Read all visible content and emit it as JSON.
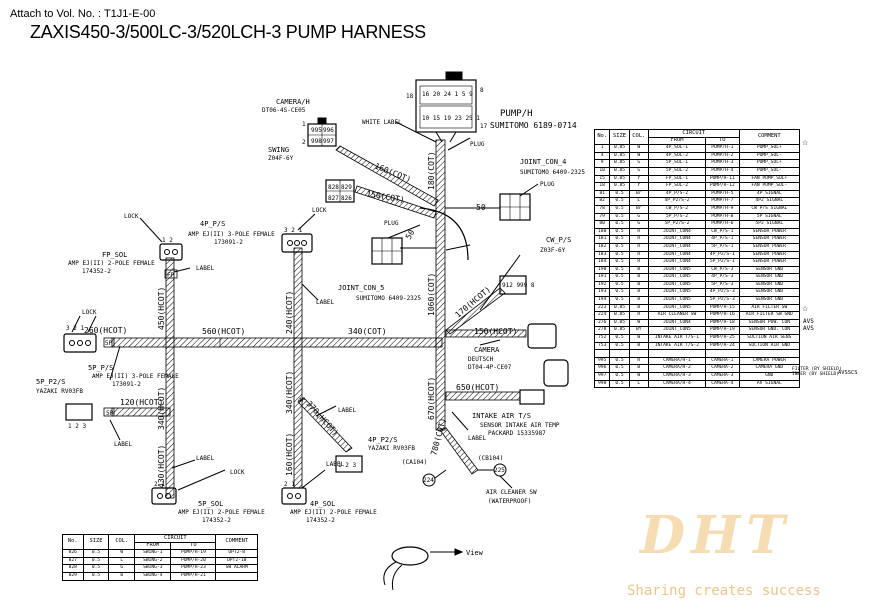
{
  "header": {
    "attach": "Attach to Vol. No. : T1J1-E-00",
    "title": "ZAXIS450-3/500LC-3/520LCH-3 PUMP HARNESS"
  },
  "connectors": {
    "pump_h": "PUMP/H",
    "pump_h_part": "SUMITOMO 6189-0714",
    "pump_pins_top": [
      "16",
      "20",
      "24",
      "1",
      "5",
      "9"
    ],
    "pump_pins_bot": [
      "10",
      "15",
      "19",
      "23",
      "25",
      "1"
    ],
    "pump_num_left": "18",
    "pump_num_right_top": "8",
    "pump_num_right_bot": "17",
    "camera_h": "CAMERA/H",
    "camera_part": "DT06-4S-CE05",
    "camera_pins": [
      "1",
      "995",
      "996",
      "998",
      "997",
      "2"
    ],
    "swing": "SWING",
    "swing_part": "Z04F-6Y",
    "swing_pins": [
      "828",
      "829",
      "827",
      "826"
    ],
    "white_label": "WHITE LABEL",
    "plug": "PLUG",
    "joint_con_4": "JOINT_CON_4",
    "joint_con_4_part": "SUMITOMO 6409-2325",
    "joint_con_5": "JOINT_CON_5",
    "joint_con_5_part": "SUMITOMO 6409-2325",
    "cw_p_s": "CW_P/S",
    "cw_part": "Z03F-6Y",
    "cw_pins": "912 999 8",
    "fp_sol": "FP_SOL",
    "amp_ej2_pole": "AMP EJ(II) 2-POLE FEMALE",
    "amp_174352": "174352-2",
    "p4_ps": "4P_P/S",
    "amp_ej2_3pole": "AMP EJ(II) 3-POLE FEMALE",
    "amp_173091": "173091-2",
    "p5_ps": "5P_P/S",
    "p5_ps_part": "AMP EJ(II) 3-POLE FEMALE",
    "p5_ps_part2": "173091-2",
    "p5_p2s": "5P_P2/S",
    "yazaki_rv03fb": "YAZAKI RV03FB",
    "p4_p2s": "4P_P2/S",
    "yazaki_rv03fb2": "YAZAKI RV03FB",
    "p5_sol": "5P_SOL",
    "p4_sol": "4P_SOL",
    "camera": "CAMERA",
    "deutsch": "DEUTSCH",
    "deutsch_part": "DT04-4P-CE07",
    "intake": "INTAKE AIR T/S",
    "intake_desc": "SENSOR INTAKE AIR TEMP",
    "intake_part": "PACKARD 15335987",
    "air_cleaner": "AIR CLEANER SW",
    "waterproof": "(WATERPROOF)",
    "ca104": "(CA104)",
    "cb104": "(CB104)",
    "n224": "224",
    "n225": "225",
    "lock": "LOCK",
    "label": "LABEL",
    "view": "View",
    "pin_1_2": "1 2",
    "pin_3_2_1": "3 2 1",
    "pin_1_2_3": "1 2 3",
    "pin_2_1": "2 1",
    "pin_fp": "FP",
    "pin_5p": "5P",
    "pin_4p": "4P"
  },
  "segments": {
    "s160_cot": "160(COT)",
    "s150_cot": "150(COT)",
    "s180_cot": "180(COT)",
    "s50": "50",
    "s50b": "50",
    "s1060": "1060(COT)",
    "s170": "170(HCOT)",
    "s150h": "150(HCOT)",
    "s260": "260(HCOT)",
    "s560": "560(HCOT)",
    "s340": "340(COT)",
    "s450": "450(HCOT)",
    "s240": "240(HCOT)",
    "s340v": "340(HCOT)",
    "s120": "120(HCOT)",
    "s370": "370(HCOT)",
    "s650": "650(HCOT)",
    "s670": "670(HCOT)",
    "s430": "430(HCOT)",
    "s160h": "160(HCOT)",
    "s780": "780(COT)"
  },
  "main_table": {
    "headers": {
      "no": "No.",
      "size": "SIZE",
      "col": "COL.",
      "circuit": "CIRCUIT",
      "from": "FROM",
      "to": "TO",
      "comment": "COMMENT"
    },
    "rows": [
      [
        "1",
        "0.85",
        "W",
        "4P_SOL-1",
        "PUMP/H-1",
        "PUMP_SOL+"
      ],
      [
        "4",
        "0.85",
        "W",
        "4P_SOL-2",
        "PUMP/H-2",
        "PUMP_SOL-"
      ],
      [
        "9",
        "0.85",
        "G",
        "5P_SOL-1",
        "PUMP/H-3",
        "PUMP_SOL+"
      ],
      [
        "10",
        "0.85",
        "G",
        "5P_SOL-2",
        "PUMP/H-4",
        "PUMP_SOL-"
      ],
      [
        "15",
        "0.85",
        "Y",
        "FP_SOL-1",
        "PUMP/H-11",
        "FAN PUMP_SOL+"
      ],
      [
        "18",
        "0.85",
        "Y",
        "FP_SOL-2",
        "PUMP/H-12",
        "FAN PUMP_SOL-"
      ],
      [
        "81",
        "0.5",
        "Br",
        "4P_P/S-2",
        "PUMP/H-5",
        "4P SIGNAL"
      ],
      [
        "82",
        "0.5",
        "L",
        "4P_P2/S-2",
        "PUMP/H-7",
        "4P2 SIGNAL"
      ],
      [
        "78",
        "0.5",
        "Br",
        "CW_P/S-2",
        "PUMP/H-9",
        "CW P/S SIGNAL"
      ],
      [
        "79",
        "0.5",
        "G",
        "5P_P/S-2",
        "PUMP/H-8",
        "5P SIGNAL"
      ],
      [
        "80",
        "0.5",
        "G",
        "5P_P2/S-2",
        "PUMP/H-6",
        "5P2 SIGNAL"
      ],
      [
        "180",
        "0.5",
        "R",
        "JOINT_CON4",
        "CW_P/S-1",
        "SENSOR POWER"
      ],
      [
        "181",
        "0.5",
        "R",
        "JOINT_CON4",
        "4P_P/S-1",
        "SENSOR POWER"
      ],
      [
        "182",
        "0.5",
        "R",
        "JOINT_CON4",
        "5P_P/S-1",
        "SENSOR POWER"
      ],
      [
        "183",
        "0.5",
        "R",
        "JOINT_CON4",
        "4P_P2/S-1",
        "SENSOR POWER"
      ],
      [
        "184",
        "0.5",
        "R",
        "JOINT_CON4",
        "5P_P2/S-1",
        "SENSOR POWER"
      ],
      [
        "190",
        "0.5",
        "B",
        "JOINT_CON5",
        "CW_P/S-3",
        "SENSOR GND"
      ],
      [
        "191",
        "0.5",
        "B",
        "JOINT_CON5",
        "4P_P/S-3",
        "SENSOR GND"
      ],
      [
        "192",
        "0.5",
        "B",
        "JOINT_CON5",
        "5P_P/S-3",
        "SENSOR GND"
      ],
      [
        "193",
        "0.5",
        "B",
        "JOINT_CON5",
        "4P_P2/S-3",
        "SENSOR GND"
      ],
      [
        "194",
        "0.5",
        "B",
        "JOINT_CON5",
        "5P_P2/S-3",
        "SENSOR GND"
      ],
      [
        "223",
        "0.85",
        "B",
        "JOINT_CON5",
        "PUMP/H-15",
        "AIR FILTER SW"
      ],
      [
        "224",
        "0.85",
        "R",
        "AIR CLEANER SW",
        "PUMP/H-16",
        "AIR FILTER SW GND"
      ],
      [
        "276",
        "0.85",
        "W",
        "JOINT_CON4",
        "PUMP/H-18",
        "SENSOR POW. CON"
      ],
      [
        "278",
        "0.85",
        "BY",
        "JOINT_CON5",
        "PUMP/H-19",
        "SENSOR GND. CON"
      ],
      [
        "752",
        "0.5",
        "W",
        "INTAKE AIR T/S-1",
        "PUMP/H-25",
        "SUCTION AIR SENS"
      ],
      [
        "753",
        "0.5",
        "B",
        "INTAKE AIR T/S-2",
        "PUMP/H-24",
        "SUCTION AIR GND"
      ],
      [
        "",
        "",
        "",
        "",
        "",
        ""
      ],
      [
        "995",
        "0.5",
        "R",
        "CAMERA/H-1",
        "CAMERA-1",
        "CAMERA POWER"
      ],
      [
        "996",
        "0.5",
        "B",
        "CAMERA/H-2",
        "CAMERA-2",
        "CAMERA GND"
      ],
      [
        "997",
        "0.5",
        "W",
        "CAMERA/H-3",
        "CAMERA-3",
        "GND"
      ],
      [
        "998",
        "0.5",
        "L",
        "CAMERA/H-4",
        "CAMERA-4",
        "AV SIGNAL"
      ]
    ],
    "notes": {
      "avs1": "AVS",
      "avs2": "AVS",
      "filter": "FILTER (BY SHIELD)",
      "inner": "INNER (BY SHIELD)",
      "avsscs": "AVSSCS"
    }
  },
  "small_table": {
    "headers": {
      "no": "No.",
      "size": "SIZE",
      "col": "COL.",
      "circuit": "CIRCUIT",
      "from": "FROM",
      "to": "TO",
      "comment": "COMMENT"
    },
    "rows": [
      [
        "826",
        "0.5",
        "W",
        "SWING-1",
        "PUMP/H-19",
        "OPT2-8"
      ],
      [
        "827",
        "0.5",
        "L",
        "SWING-2",
        "PUMP/H-20",
        "OPT2-10"
      ],
      [
        "828",
        "0.5",
        "G",
        "SWING-3",
        "PUMP/H-23",
        "SW ALARM"
      ],
      [
        "829",
        "0.5",
        "B",
        "SWING-4",
        "PUMP/H-21",
        ""
      ]
    ]
  },
  "watermark": {
    "logo": "DHT",
    "tagline": "Sharing creates success"
  }
}
